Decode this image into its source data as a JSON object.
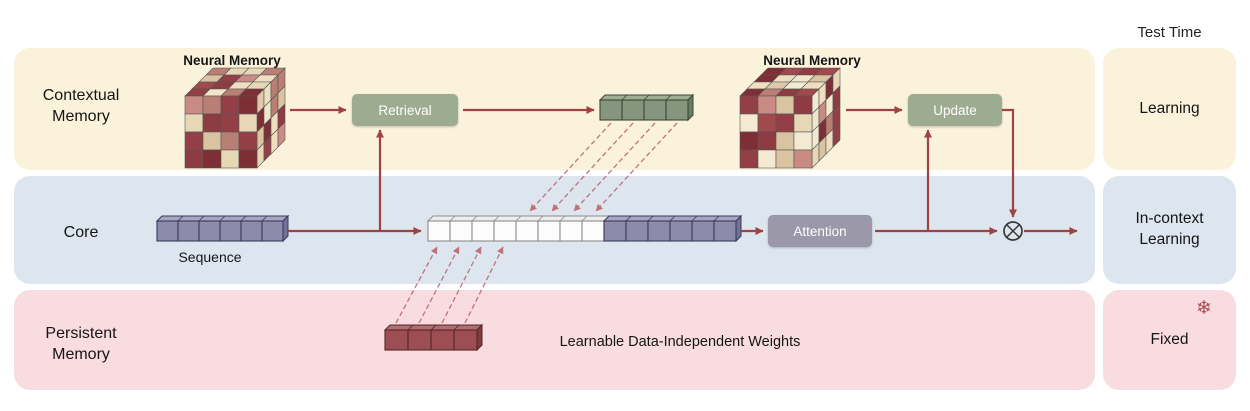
{
  "bands": [
    {
      "id": "contextual",
      "label": "Contextual Memory",
      "bg": "#faf2da"
    },
    {
      "id": "core",
      "label": "Core",
      "bg": "#dde5ef"
    },
    {
      "id": "persistent",
      "label": "Persistent Memory",
      "bg": "#f8dcdf"
    }
  ],
  "nodes": {
    "neural_memory_1": "Neural Memory",
    "neural_memory_2": "Neural Memory",
    "retrieval": "Retrieval",
    "update": "Update",
    "attention": "Attention",
    "sequence": "Sequence",
    "weights_caption": "Learnable Data-Independent Weights"
  },
  "right_column": {
    "header": "Test Time",
    "snowflake_glyph": "❄",
    "boxes": [
      {
        "id": "learning",
        "label": "Learning",
        "bg": "#faf2da"
      },
      {
        "id": "in-context-learning",
        "label": "In-context Learning",
        "bg": "#dde5ef"
      },
      {
        "id": "fixed",
        "label": "Fixed",
        "bg": "#f8dcdf",
        "icon": "snowflake-icon"
      }
    ]
  },
  "colors": {
    "op_green": "#9dac90",
    "op_gray": "#9a98a9",
    "text": "#151515"
  },
  "diagram": {
    "arrow_color": "#9e4244",
    "dashed_arrow_color": "#b9686c",
    "operator": "circled-times",
    "operator_stroke": "#3a3a3a",
    "cube_outline": "#555555",
    "cube_palette": {
      "reds": [
        "#7e2f36",
        "#a04a4e",
        "#8e3b42",
        "#b97f74",
        "#c98b84",
        "#933f45"
      ],
      "creams": [
        "#eedfc0",
        "#f4ead2",
        "#d9c3a0",
        "#e8d7b7",
        "#f1e5ca",
        "#dfc9a8"
      ]
    },
    "token_colors": {
      "purple": {
        "fill": "#8d8bab",
        "stroke": "#3a3a58",
        "top": "#a7a5c2",
        "side": "#73719a"
      },
      "white": {
        "fill": "#fcfcfc",
        "stroke": "#8d8d8d",
        "top": "#ededed",
        "side": "#d8d8d8"
      },
      "green": {
        "fill": "#84977e",
        "stroke": "#3c4636",
        "top": "#9dae95",
        "side": "#6a7d64"
      },
      "red": {
        "fill": "#9d4e52",
        "stroke": "#542629",
        "top": "#b16c6f",
        "side": "#7f3c40"
      }
    },
    "tokens": {
      "sequence_cells": 6,
      "concat_white_cells": 8,
      "concat_purple_cells": 6,
      "retrieved_cells": 4,
      "persistent_cells": 4
    }
  }
}
